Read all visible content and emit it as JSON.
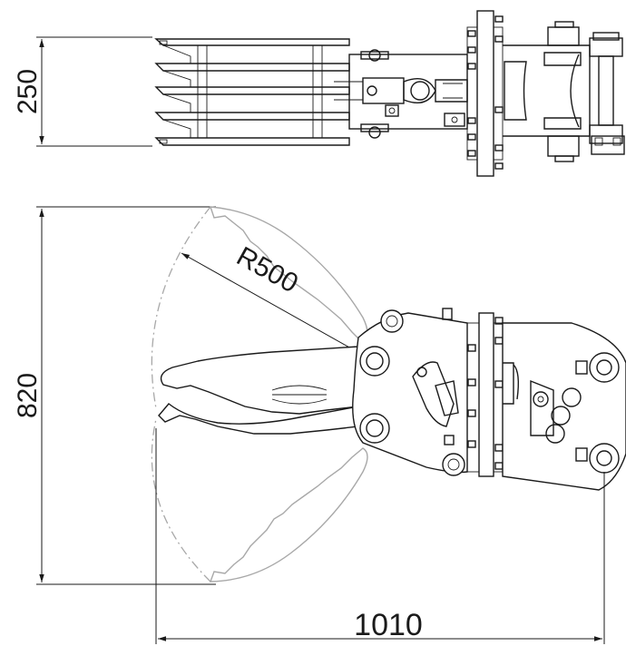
{
  "dimensions": {
    "width_top": "250",
    "height_side": "820",
    "length": "1010",
    "radius": "R500"
  }
}
